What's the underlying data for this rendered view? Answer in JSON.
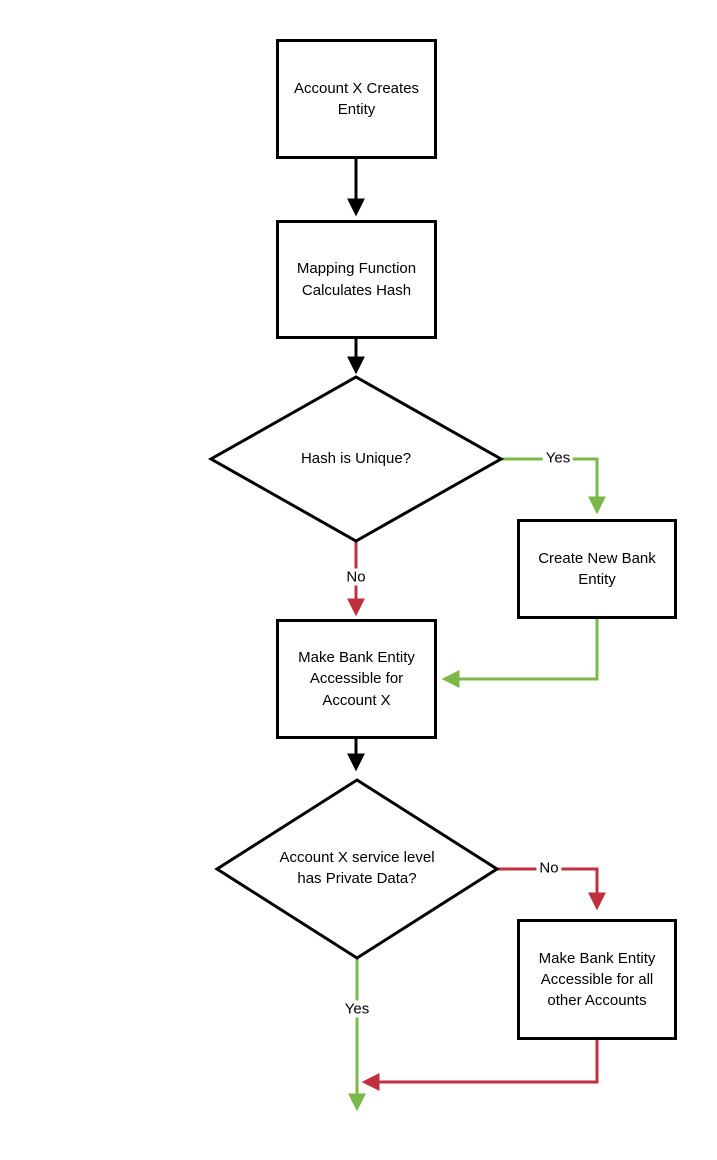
{
  "colors": {
    "black": "#000000",
    "green": "#7cb74a",
    "red": "#c22f3f",
    "shape_fill": "#ffffff"
  },
  "nodes": {
    "create_entity": {
      "label": "Account X Creates\nEntity"
    },
    "mapping_function": {
      "label": "Mapping Function\nCalculates Hash"
    },
    "hash_unique": {
      "label": "Hash is Unique?"
    },
    "create_new_bank": {
      "label": "Create New Bank\nEntity"
    },
    "accessible_account_x": {
      "label": "Make Bank Entity\nAccessible for\nAccount X"
    },
    "private_data": {
      "label": "Account X service level\nhas Private Data?"
    },
    "accessible_all_accounts": {
      "label": "Make Bank Entity\nAccessible for all\nother Accounts"
    }
  },
  "edge_labels": {
    "hash_yes": "Yes",
    "hash_no": "No",
    "private_no": "No",
    "private_yes": "Yes"
  }
}
